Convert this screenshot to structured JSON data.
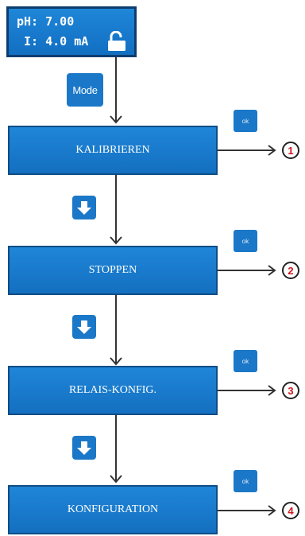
{
  "display": {
    "line1": "pH: 7.00",
    "line2": " I: 4.0 mA",
    "lock_icon": "unlocked-padlock-icon"
  },
  "mode_button": {
    "label": "Mode"
  },
  "menu": [
    {
      "label": "KALIBRIEREN",
      "ok_label": "ok",
      "step": "1"
    },
    {
      "label": "STOPPEN",
      "ok_label": "ok",
      "step": "2"
    },
    {
      "label": "RELAIS-KONFIG.",
      "ok_label": "ok",
      "step": "3"
    },
    {
      "label": "KONFIGURATION",
      "ok_label": "ok",
      "step": "4"
    }
  ],
  "down_icon": "arrow-down-icon",
  "colors": {
    "button_blue": "#1b78c8",
    "box_border": "#0f4d86",
    "step_number": "#d0161c"
  }
}
